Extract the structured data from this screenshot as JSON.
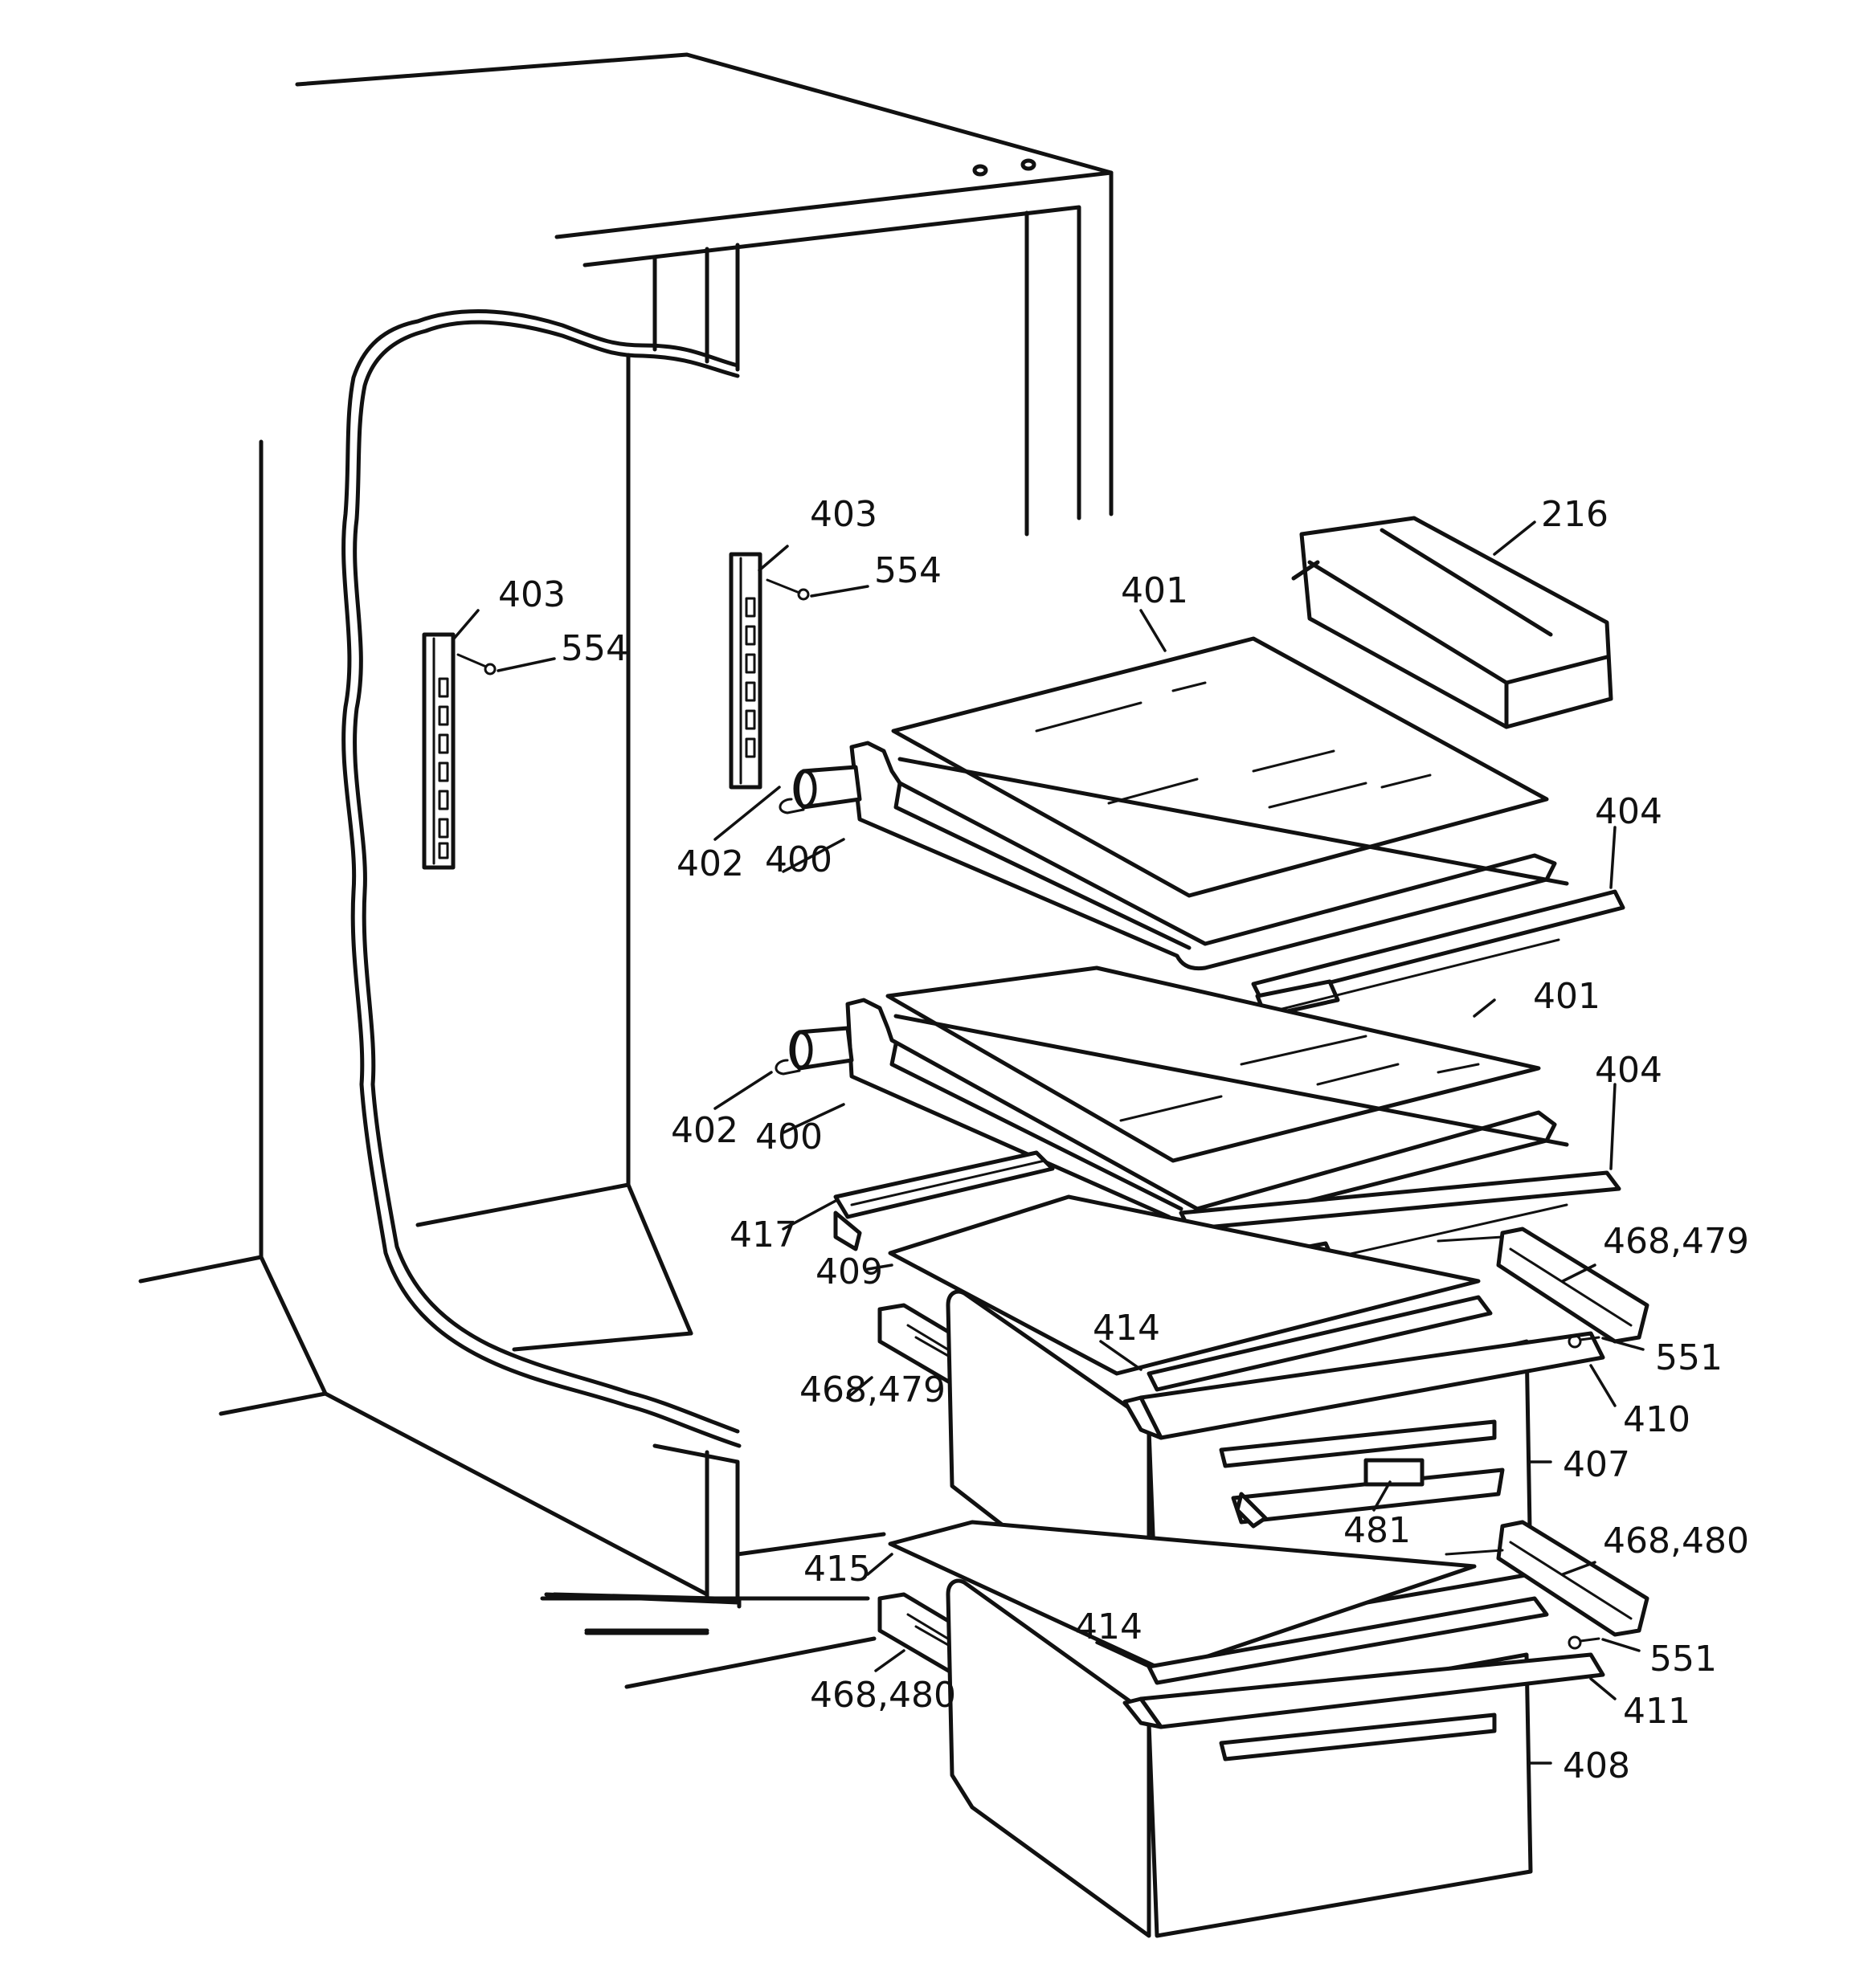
{
  "callouts": {
    "c216": "216",
    "c401a": "401",
    "c401b": "401",
    "c403a": "403",
    "c403b": "403",
    "c554a": "554",
    "c554b": "554",
    "c404a": "404",
    "c404b": "404",
    "c402a": "402",
    "c402b": "402",
    "c400a": "400",
    "c400b": "400",
    "c417": "417",
    "c409": "409",
    "c414a": "414",
    "c414b": "414",
    "c468479a": "468,479",
    "c468479b": "468,479",
    "c551a": "551",
    "c551b": "551",
    "c410": "410",
    "c407": "407",
    "c481": "481",
    "c415": "415",
    "c468480a": "468,480",
    "c468480b": "468,480",
    "c411": "411",
    "c408": "408"
  }
}
